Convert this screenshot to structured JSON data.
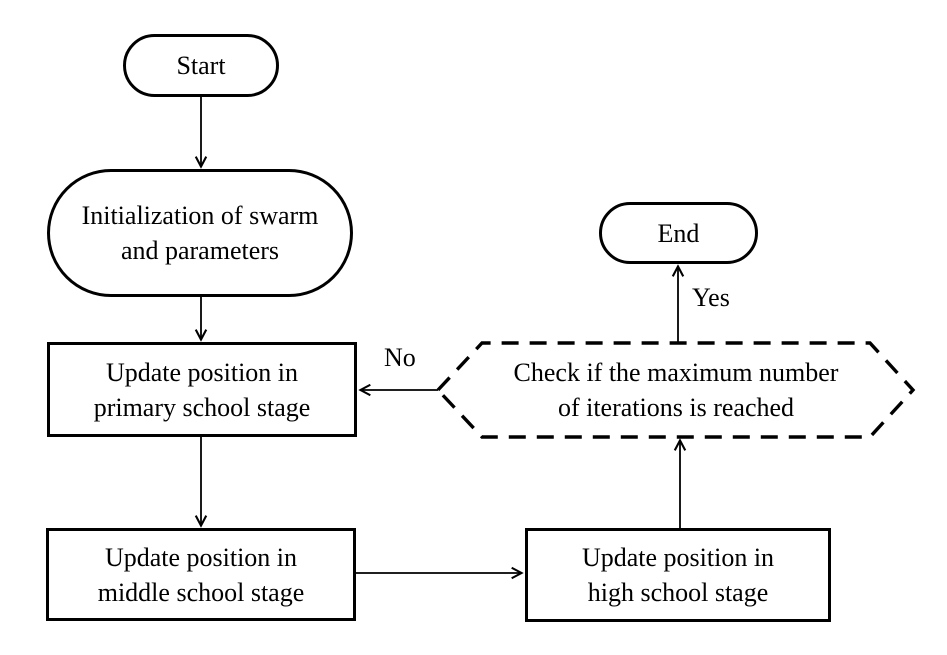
{
  "diagram": {
    "background_color": "#ffffff",
    "stroke_color": "#000000",
    "nodes": {
      "start": {
        "label": "Start",
        "shape": "stadium"
      },
      "init": {
        "label": "Initialization of swarm\nand parameters",
        "shape": "stadium"
      },
      "primary": {
        "label": "Update position in\nprimary school stage",
        "shape": "rectangle"
      },
      "middle": {
        "label": "Update position in\nmiddle school stage",
        "shape": "rectangle"
      },
      "high": {
        "label": "Update position in\nhigh school stage",
        "shape": "rectangle"
      },
      "check": {
        "label": "Check if the maximum number\nof iterations is reached",
        "shape": "dashed-hexagon"
      },
      "end": {
        "label": "End",
        "shape": "stadium"
      }
    },
    "edge_labels": {
      "yes": "Yes",
      "no": "No"
    }
  }
}
